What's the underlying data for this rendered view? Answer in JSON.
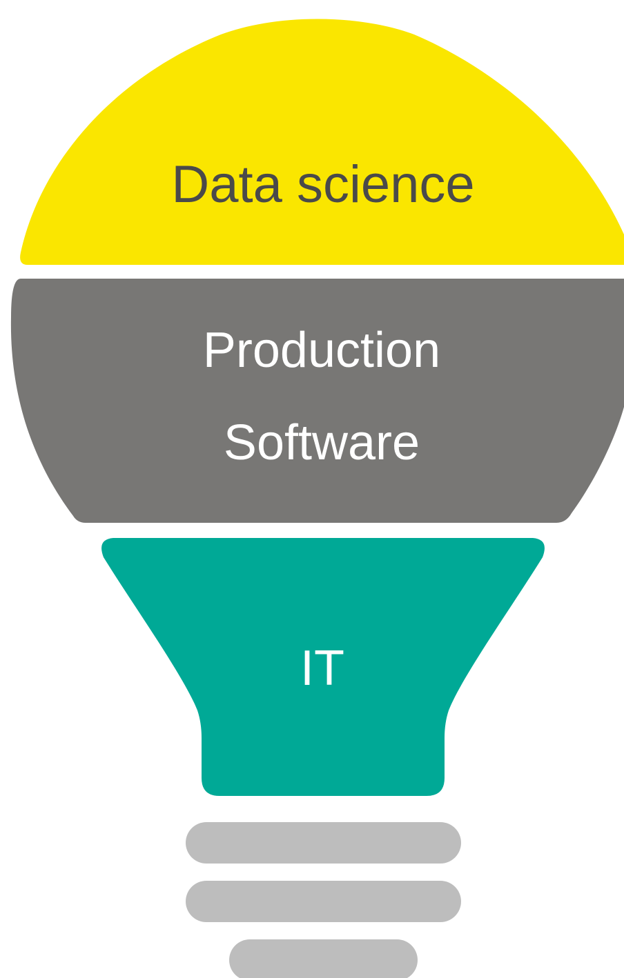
{
  "diagram": {
    "colors": {
      "top": "#FAE600",
      "middle": "#787775",
      "neck": "#00A996",
      "base": "#BDBDBD",
      "dark_text": "#4A4A4A",
      "light_text": "#FFFFFF"
    },
    "layers": [
      {
        "label": "Data science"
      },
      {
        "line1": "Production",
        "line2": "Software"
      },
      {
        "label": "IT"
      }
    ]
  }
}
